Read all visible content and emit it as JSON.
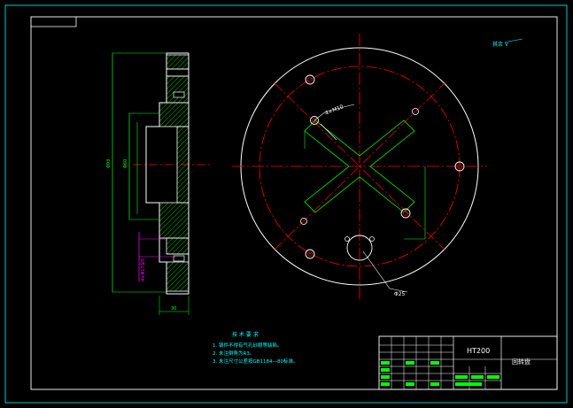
{
  "drawing": {
    "roughness_symbol": "其余 ∇",
    "bolt_hole_label": "4×M10",
    "small_hole_label": "Φ25",
    "side_dims": {
      "overall": "Φ93",
      "bore": "Φ60",
      "counterbore": "4×Φ17深5",
      "width": "30"
    }
  },
  "tech_requirements": {
    "title": "技 术 要 求",
    "items": [
      "1. 铸件不得有气孔砂眼等缺陷。",
      "2. 未注倒角为R3。",
      "3. 未注尺寸公差按GB1184—80标准。"
    ]
  },
  "title_block": {
    "material": "HT200",
    "part_name": "回转盘"
  },
  "colors": {
    "background": "#000000",
    "frame": "#ffffff",
    "outline": "#ffffff",
    "dimension": "#00ff00",
    "centerline": "#ff0000",
    "hatch": "#00ff00",
    "magenta": "#ff00ff",
    "annotation": "#00ffff"
  }
}
